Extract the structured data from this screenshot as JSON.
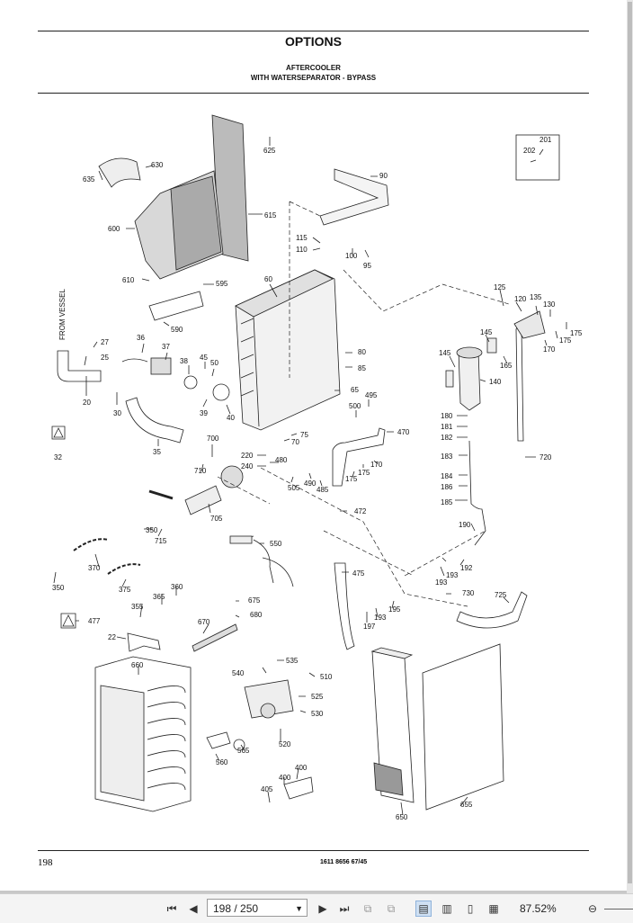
{
  "document": {
    "title": "OPTIONS",
    "subtitle_line1": "AFTERCOOLER",
    "subtitle_line2": "WITH WATERSEPARATOR - BYPASS",
    "page_number": "198",
    "doc_number": "1611 8656 67/45",
    "side_label": "FROM VESSEL"
  },
  "parts": [
    {
      "id": "p625",
      "text": "625"
    },
    {
      "id": "p630",
      "text": "630"
    },
    {
      "id": "p635",
      "text": "635"
    },
    {
      "id": "p615",
      "text": "615"
    },
    {
      "id": "p600",
      "text": "600"
    },
    {
      "id": "p90",
      "text": "90"
    },
    {
      "id": "p201",
      "text": "201"
    },
    {
      "id": "p202",
      "text": "202"
    },
    {
      "id": "p115",
      "text": "115"
    },
    {
      "id": "p110",
      "text": "110"
    },
    {
      "id": "p100",
      "text": "100"
    },
    {
      "id": "p95",
      "text": "95"
    },
    {
      "id": "p610",
      "text": "610"
    },
    {
      "id": "p595",
      "text": "595"
    },
    {
      "id": "p60",
      "text": "60"
    },
    {
      "id": "p590",
      "text": "590"
    },
    {
      "id": "p125",
      "text": "125"
    },
    {
      "id": "p120",
      "text": "120"
    },
    {
      "id": "p135",
      "text": "135"
    },
    {
      "id": "p130",
      "text": "130"
    },
    {
      "id": "p175a",
      "text": "175"
    },
    {
      "id": "p175b",
      "text": "175"
    },
    {
      "id": "p170a",
      "text": "170"
    },
    {
      "id": "p145a",
      "text": "145"
    },
    {
      "id": "p165",
      "text": "165"
    },
    {
      "id": "p27",
      "text": "27"
    },
    {
      "id": "p25",
      "text": "25"
    },
    {
      "id": "p36",
      "text": "36"
    },
    {
      "id": "p37",
      "text": "37"
    },
    {
      "id": "p45",
      "text": "45"
    },
    {
      "id": "p50",
      "text": "50"
    },
    {
      "id": "p38",
      "text": "38"
    },
    {
      "id": "p80",
      "text": "80"
    },
    {
      "id": "p85",
      "text": "85"
    },
    {
      "id": "p145b",
      "text": "145"
    },
    {
      "id": "p140",
      "text": "140"
    },
    {
      "id": "p20",
      "text": "20"
    },
    {
      "id": "p30",
      "text": "30"
    },
    {
      "id": "p39",
      "text": "39"
    },
    {
      "id": "p40",
      "text": "40"
    },
    {
      "id": "p65",
      "text": "65"
    },
    {
      "id": "p495",
      "text": "495"
    },
    {
      "id": "p500",
      "text": "500"
    },
    {
      "id": "p180",
      "text": "180"
    },
    {
      "id": "p181",
      "text": "181"
    },
    {
      "id": "p182",
      "text": "182"
    },
    {
      "id": "p470",
      "text": "470"
    },
    {
      "id": "p35",
      "text": "35"
    },
    {
      "id": "p75",
      "text": "75"
    },
    {
      "id": "p70",
      "text": "70"
    },
    {
      "id": "p32",
      "text": "32"
    },
    {
      "id": "p700",
      "text": "700"
    },
    {
      "id": "p220",
      "text": "220"
    },
    {
      "id": "p480",
      "text": "480"
    },
    {
      "id": "p240",
      "text": "240"
    },
    {
      "id": "p183",
      "text": "183"
    },
    {
      "id": "p720",
      "text": "720"
    },
    {
      "id": "p175c",
      "text": "175"
    },
    {
      "id": "p170b",
      "text": "170"
    },
    {
      "id": "p175d",
      "text": "175"
    },
    {
      "id": "p710",
      "text": "710"
    },
    {
      "id": "p505",
      "text": "505"
    },
    {
      "id": "p490",
      "text": "490"
    },
    {
      "id": "p485",
      "text": "485"
    },
    {
      "id": "p184",
      "text": "184"
    },
    {
      "id": "p186",
      "text": "186"
    },
    {
      "id": "p185",
      "text": "185"
    },
    {
      "id": "p705",
      "text": "705"
    },
    {
      "id": "p472",
      "text": "472"
    },
    {
      "id": "p190",
      "text": "190"
    },
    {
      "id": "p350a",
      "text": "350"
    },
    {
      "id": "p715",
      "text": "715"
    },
    {
      "id": "p550",
      "text": "550"
    },
    {
      "id": "p370",
      "text": "370"
    },
    {
      "id": "p192",
      "text": "192"
    },
    {
      "id": "p350b",
      "text": "350"
    },
    {
      "id": "p375",
      "text": "375"
    },
    {
      "id": "p475",
      "text": "475"
    },
    {
      "id": "p193a",
      "text": "193"
    },
    {
      "id": "p193b",
      "text": "193"
    },
    {
      "id": "p360",
      "text": "360"
    },
    {
      "id": "p365",
      "text": "365"
    },
    {
      "id": "p730",
      "text": "730"
    },
    {
      "id": "p675",
      "text": "675"
    },
    {
      "id": "p355",
      "text": "355"
    },
    {
      "id": "p725",
      "text": "725"
    },
    {
      "id": "p195",
      "text": "195"
    },
    {
      "id": "p193c",
      "text": "193"
    },
    {
      "id": "p477",
      "text": "477"
    },
    {
      "id": "p680",
      "text": "680"
    },
    {
      "id": "p670",
      "text": "670"
    },
    {
      "id": "p197",
      "text": "197"
    },
    {
      "id": "p22",
      "text": "22"
    },
    {
      "id": "p660",
      "text": "660"
    },
    {
      "id": "p535",
      "text": "535"
    },
    {
      "id": "p540",
      "text": "540"
    },
    {
      "id": "p510",
      "text": "510"
    },
    {
      "id": "p525",
      "text": "525"
    },
    {
      "id": "p530",
      "text": "530"
    },
    {
      "id": "p520",
      "text": "520"
    },
    {
      "id": "p565",
      "text": "565"
    },
    {
      "id": "p560",
      "text": "560"
    },
    {
      "id": "p400a",
      "text": "400"
    },
    {
      "id": "p400b",
      "text": "400"
    },
    {
      "id": "p405",
      "text": "405"
    },
    {
      "id": "p650",
      "text": "650"
    },
    {
      "id": "p655",
      "text": "655"
    }
  ],
  "toolbar": {
    "page_field": "198 / 250",
    "zoom": "87.52%",
    "icons": [
      "first-page-icon",
      "prev-page-icon",
      "next-page-icon",
      "last-page-icon",
      "rotate-icon",
      "rotate-back-icon",
      "single-page-icon",
      "two-page-icon",
      "continuous-icon",
      "zoom-out-icon"
    ]
  }
}
